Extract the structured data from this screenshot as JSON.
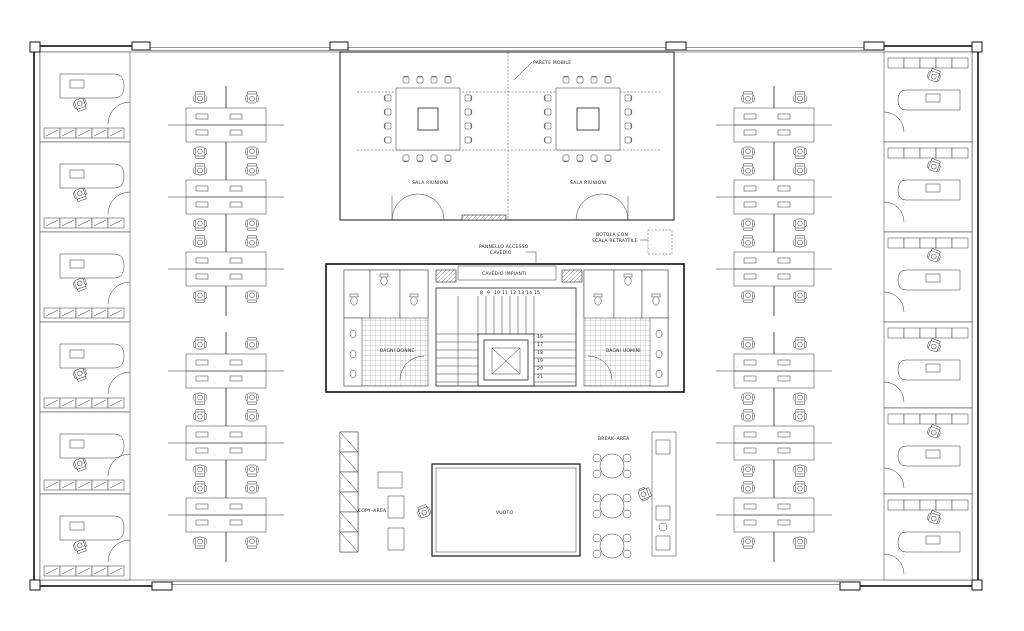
{
  "labels": {
    "parete_mobile": "PARETE MOBILE",
    "sala_riunioni_left": "SALA RIUNIONI",
    "sala_riunioni_right": "SALA RIUNIONI",
    "pannello": "PANNELLO ACCESSO",
    "cavedio_small": "CAVEDIO",
    "cavedio_impianti": "CAVEDIO IMPIANTI",
    "botola_1": "BOTOLA CON",
    "botola_2": "SCALA RETRATTILE",
    "bagni_donne": "BAGNI DONNE",
    "bagni_uomini": "BAGNI UOMINI",
    "break_area": "BREAK–AREA",
    "copy_area": "COPY–AREA",
    "vuoto": "VUOTO"
  },
  "stairs": {
    "top_steps": [
      "8",
      "9",
      "10",
      "11",
      "12",
      "13",
      "14",
      "15"
    ],
    "right_steps": [
      "16",
      "17",
      "18",
      "19",
      "20",
      "21"
    ]
  }
}
